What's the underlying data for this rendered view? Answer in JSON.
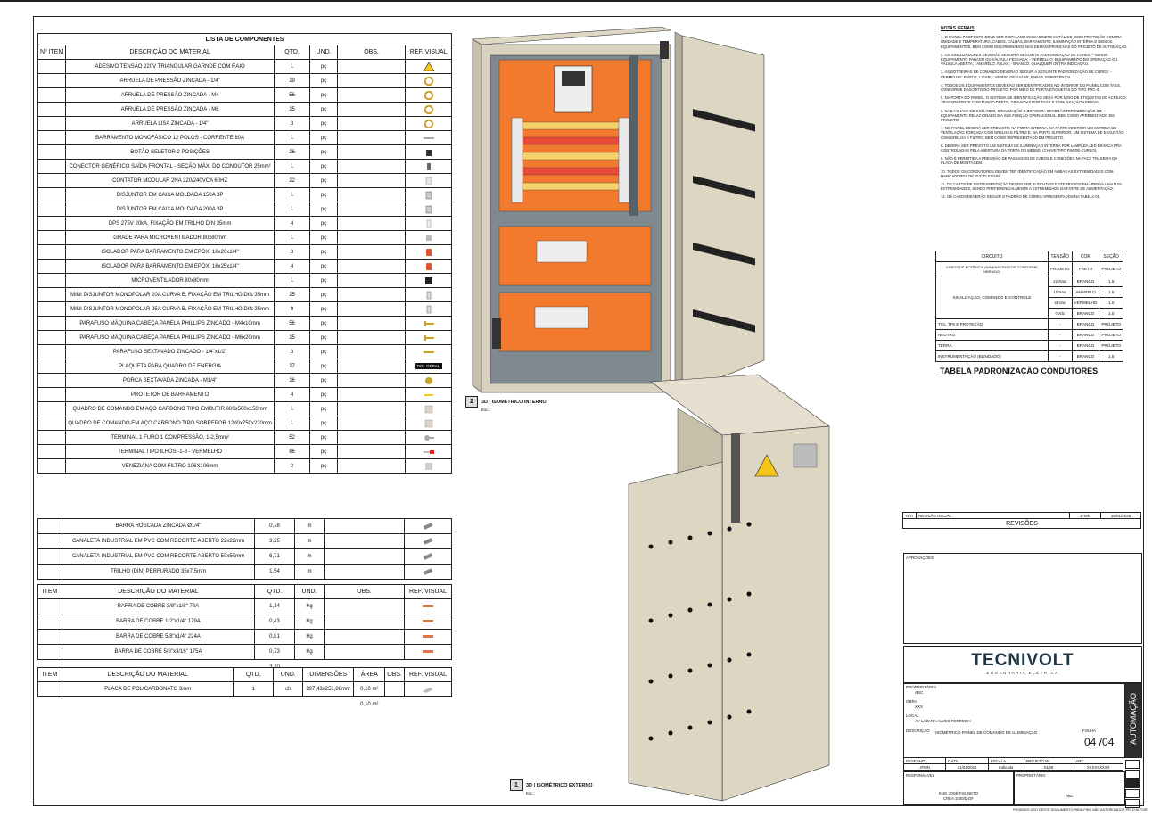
{
  "components": {
    "title": "LISTA DE COMPONENTES",
    "headers": [
      "Nº ITEM",
      "DESCRIÇÃO DO MATERIAL",
      "QTD.",
      "UND.",
      "OBS.",
      "REF. VISUAL"
    ],
    "rows": [
      [
        "ADESIVO TENSÃO 220V TRIANGULAR GARNDE COM RAIO",
        "1",
        "pç",
        "warning-sticker-icon"
      ],
      [
        "ARRUELA DE PRESSÃO ZINCADA - 1/4\"",
        "19",
        "pç",
        "washer-icon"
      ],
      [
        "ARRUELA DE PRESSÃO ZINCADA - M4",
        "56",
        "pç",
        "washer-icon"
      ],
      [
        "ARRUELA DE PRESSÃO ZINCADA - M6",
        "15",
        "pç",
        "washer-icon"
      ],
      [
        "ARRUELA LISA ZINCADA - 1/4\"",
        "3",
        "pç",
        "washer-icon"
      ],
      [
        "BARRAMENTO MONOFÁSICO 12 POLOS - CORRENTE 80A",
        "1",
        "pç",
        "busbar-icon"
      ],
      [
        "BOTÃO SELETOR 2 POSIÇÕES",
        "26",
        "pç",
        "selector-icon"
      ],
      [
        "CONECTOR GENÉRICO SAÍDA FRONTAL - SEÇÃO MÁX. DO CONDUTOR 25mm²",
        "1",
        "pç",
        "connector-icon"
      ],
      [
        "CONTATOR MODULAR 2NA 220/240VCA 60HZ",
        "22",
        "pç",
        "contactor-icon"
      ],
      [
        "DISJUNTOR EM CAIXA MOLDADA 150A 3P",
        "1",
        "pç",
        "breaker-icon"
      ],
      [
        "DISJUNTOR EM CAIXA MOLDADA 200A 3P",
        "1",
        "pç",
        "breaker-icon"
      ],
      [
        "DPS 275V 20kA, FIXAÇÃO EM TRILHO DIN 35mm",
        "4",
        "pç",
        "dps-icon"
      ],
      [
        "GRADE PARA MICROVENTILADOR 80x80mm",
        "1",
        "pç",
        "grille-icon"
      ],
      [
        "ISOLADOR PARA BARRAMENTO EM EPÓXI 16x20x1/4\"",
        "3",
        "pç",
        "insulator-icon"
      ],
      [
        "ISOLADOR PARA BARRAMENTO EM EPÓXI 16x25x1/4\"",
        "4",
        "pç",
        "insulator-icon"
      ],
      [
        "MICROVENTILADOR 80x80mm",
        "1",
        "pç",
        "fan-icon"
      ],
      [
        "MINI DISJUNTOR MONOPOLAR 20A CURVA B, FIXAÇÃO EM TRILHO DIN 35mm",
        "25",
        "pç",
        "mini-breaker-icon"
      ],
      [
        "MINI DISJUNTOR MONOPOLAR 25A CURVA B, FIXAÇÃO EM TRILHO DIN 35mm",
        "9",
        "pç",
        "mini-breaker-icon"
      ],
      [
        "PARAFUSO MÁQUINA CABEÇA PANELA PHILLIPS ZINCADO - M4x10mm",
        "56",
        "pç",
        "screw-icon"
      ],
      [
        "PARAFUSO MÁQUINA CABEÇA PANELA PHILLIPS ZINCADO - M6x20mm",
        "15",
        "pç",
        "screw-icon"
      ],
      [
        "PARAFUSO SEXTAVADO ZINCADO - 1/4\"x1/2\"",
        "3",
        "pç",
        "hex-screw-icon"
      ],
      [
        "PLAQUETA PARA QUADRO DE ENERGIA",
        "27",
        "pç",
        "nameplate-icon"
      ],
      [
        "PORCA SEXTAVADA ZINCADA - M1/4\"",
        "16",
        "pç",
        "nut-icon"
      ],
      [
        "PROTETOR DE BARRAMENTO",
        "4",
        "pç",
        "protector-icon"
      ],
      [
        "QUADRO DE COMANDO EM AÇO CARBONO TIPO EMBUTIR 600x500x150mm",
        "1",
        "pç",
        "enclosure-icon"
      ],
      [
        "QUADRO DE COMANDO EM AÇO CARBONO TIPO SOBREPOR 1200x750x220mm",
        "1",
        "pç",
        "enclosure-icon"
      ],
      [
        "TERMINAL 1 FURO 1 COMPRESSÃO, 1-2,5mm²",
        "52",
        "pç",
        "lug-icon"
      ],
      [
        "TERMINAL TIPO ILHÓS -1-8 - VERMELHO",
        "86",
        "pç",
        "ferrule-icon"
      ],
      [
        "VENEZIANA COM FILTRO 106X106mm",
        "2",
        "pç",
        "vent-icon"
      ]
    ],
    "nameplate_text": "DGL GERAL"
  },
  "bars": {
    "rows": [
      [
        "BARRA ROSCADA ZINCADA Ø1/4\"",
        "0,78",
        "m"
      ],
      [
        "CANALETA INDUSTRIAL EM PVC COM RECORTE ABERTO 22x22mm",
        "3,25",
        "m"
      ],
      [
        "CANALETA INDUSTRIAL EM PVC COM RECORTE ABERTO 50x50mm",
        "6,71",
        "m"
      ],
      [
        "TRILHO (DIN) PERFURADO 35x7,5mm",
        "1,54",
        "m"
      ]
    ]
  },
  "copper": {
    "headers": [
      "ITEM",
      "DESCRIÇÃO DO MATERIAL",
      "QTD.",
      "UND.",
      "OBS.",
      "REF. VISUAL"
    ],
    "rows": [
      [
        "BARRA DE COBRE 3/8\"x1/8\" 73A",
        "1,14",
        "Kg"
      ],
      [
        "BARRA DE COBRE 1/2\"x1/4\" 179A",
        "0,43",
        "Kg"
      ],
      [
        "BARRA DE COBRE 5/8\"x1/4\" 224A",
        "0,81",
        "Kg"
      ],
      [
        "BARRA DE COBRE 5/8\"x3/16\" 175A",
        "0,73",
        "Kg"
      ]
    ],
    "total": "3,10"
  },
  "poly": {
    "headers": [
      "ITEM",
      "DESCRIÇÃO DO MATERIAL",
      "QTD.",
      "UND.",
      "DIMENSÕES",
      "ÁREA",
      "OBS.",
      "REF. VISUAL"
    ],
    "row": [
      "PLACA DE POLICARBONATO 3mm",
      "1",
      "ch",
      "397,43x251,86mm",
      "0,10 m²"
    ],
    "total": "0,10 m²"
  },
  "views": {
    "internal": {
      "num": "2",
      "label": "3D | ISOMÉTRICO INTERNO",
      "scale": "Esc.:"
    },
    "external": {
      "num": "1",
      "label": "3D | ISOMÉTRICO EXTERNO",
      "scale": "Esc.:"
    }
  },
  "notes": {
    "title": "NOTAS GERAIS",
    "items": [
      "1. O PAINEL PROPOSTO DEVE SER INSTALADO EM GABINETE METÁLICO, COM PROTEÇÃO CONTRA UMIDADE E TEMPERATURA, CABOS, CALHAS, BARRAMENTO, ILUMINAÇÃO INTERNA E DEMAIS EQUIPAMENTOS, BEM COMO DISCRIMINADOS NAS DEMAIS PRANCHAS DO PROJETO DE AUTOMAÇÃO.",
      "2. OS SINALIZADORES DEVERÃO SEGUIR A SEGUINTE PADRONIZAÇÃO DE CORES: - VERDE: EQUIPAMENTO PARADO OU VÁLVULA FECHADA; - VERMELHO: EQUIPAMENTO EM OPERAÇÃO OU VÁLVULA ABERTA; - AMARELO: FALHA; - BRANCO: QUALQUER OUTRA INDICAÇÃO.",
      "3. AS BOTOEIRAS DE COMANDO DEVERÃO SEGUIR A SEGUINTE PADRONIZAÇÃO DE CORES: - VERMELHO: PARTIR, LIGAR; - VERDE: DESLIGAR, PARAR, EMERGÊNCIA.",
      "4. TODOS OS EQUIPAMENTOS DEVERÃO SER IDENTIFICADOS NO INTERIOR DO PAINEL COM TAGS, CONFORME DESCRITO NO PROJETO, POR MEIO DE PORTA ETIQUETAS DO TIPO PRC-4.",
      "5. NA PORTA DO PAINEL, O SISTEMA DE IDENTIFICAÇÃO SERÁ POR MEIO DE ETIQUETAS DE ACRÍLICO TRANSPARENTE COM FUNDO PRETO, GRAVADAS POR TAGS E COM FIXAÇÃO ADESIVA.",
      "6. CADA CHAVE DE COMANDO, SINALIZAÇÃO E BOTOEIRA DEVERÃO TER INDICAÇÃO DO EQUIPAMENTO RELACIONADO E A SUA FUNÇÃO OPERACIONAL, BEM COMO APRESENTADO EM PROJETO.",
      "7. NO PAINEL DEVERÁ SER PREVISTO, NA PORTA INTERNA, NA PARTE INFERIOR UM SISTEMA DE VENTILAÇÃO FORÇADA COM GRELHA E FILTRO E, NA PARTE SUPERIOR, UM SISTEMA DE EXAUSTÃO COM GRELHA E FILTRO, BEM COMO REPRESENTADO EM PROJETO.",
      "8. DEVERÁ SER PREVISTO UM SISTEMA DE ILUMINAÇÃO INTERNA POR LÂMPADA LED BRANCA PRA CONTROLADAS PELA ABERTURA DA PORTA DO MESMO (CHAVE TIPO FIM-DE-CURSO).",
      "9. NÃO É PERMITIDA A PREVISÃO DE PASSAGEM DE CABOS E CONEXÕES NA FACE TRASEIRA DA PLACA DE MONTAGEM.",
      "10. TODOS OS CONDUTORES DEVEM TER IDENTIFICAÇÃO EM AMBAS AS EXTREMIDADES COM MARCADORES DE PVC FLEXÍVEL.",
      "11. OS CABOS DE INSTRUMENTAÇÃO DEVEM SER BLINDADOS E ATERRADOS EM APENAS UMA DAS EXTREMIDADES, SENDO PREFERENCIALMENTE A EXTREMIDADE DA FONTE DE ALIMENTAÇÃO.",
      "12. OS CABOS DEVERÃO SEGUIR O PADRÃO DE CORES APRESENTADOS NA TABELA 01."
    ]
  },
  "conductors": {
    "headers": [
      "CIRCUITO",
      "TENSÃO",
      "COR",
      "SEÇÃO"
    ],
    "row1": [
      "CABOS DE POTÊNCIA (DIMENSIONADOS CONFORME NBR5410)",
      "PROJETO",
      "PRETO",
      "PROJETO"
    ],
    "group_label": "SINALIZAÇÃO, COMANDO E CONTROLE",
    "group_rows": [
      [
        "220Vac",
        "BRANCO",
        "1,5"
      ],
      [
        "110Vac",
        "AMARELO",
        "1,5"
      ],
      [
        "24Vac",
        "VERMELHO",
        "1,0"
      ],
      [
        "0Vdc",
        "BRANCO",
        "1,0"
      ]
    ],
    "rows": [
      [
        "TCs, TPs E PROTEÇÃO",
        "-",
        "BRANCO",
        "PROJETO"
      ],
      [
        "NEUTRO",
        "-",
        "BRANCO",
        "PROJETO"
      ],
      [
        "TERRA",
        "-",
        "BRANCO",
        "PROJETO"
      ],
      [
        "INSTRUMENTAÇÃO (BLINDADO)",
        "-",
        "BRANCO",
        "1,5"
      ]
    ],
    "caption": "TABELA PADRONIZAÇÃO CONDUTORES"
  },
  "titleblock": {
    "rev_row": [
      "Nº0",
      "REVISÃO INICIAL",
      "JFMN",
      "15/01/2026"
    ],
    "revisions_label": "REVISÕES",
    "approvals_label": "APROVAÇÕES",
    "logo": "TECNIVOLT",
    "logo_sub": "ENGENHARIA ELÉTRICA",
    "owner_label": "PROPRIETÁRIO",
    "owner": "ABC",
    "work_label": "OBRA",
    "work": "XXX",
    "location_label": "LOCAL",
    "location": "AV LAZARA ALVES FERREIRA",
    "desc_label": "DESCRIÇÃO",
    "desc": "ISOMÉTRICO PAINEL DE COMANDO DE ILUMINAÇÃO",
    "sheet_label": "FOLHA",
    "sheet": "04 /04",
    "side": "AUTOMAÇÃO",
    "drawer_label": "DESENHO",
    "drawer": "JFMN",
    "date_label": "DATA",
    "date": "01/01/2026",
    "scale_label": "ESCALA",
    "scale": "Indicada",
    "project_label": "PROJETO Nº",
    "project": "01/26",
    "art_label": "ART",
    "art": "XXXXXXXXX",
    "resp_label": "RESPONSÁVEL",
    "resp_name": "ENG JOSÉ F.M. NETO",
    "resp_crea": "CREA 1000/D-DF",
    "owner2_label": "PROPRIETÁRIO",
    "owner2": "ABC",
    "footer": "PROIBIDO USO DESTE DOCUMENTO PARA FINS NÃO AUTORIZADOS PELO AUTOR"
  }
}
